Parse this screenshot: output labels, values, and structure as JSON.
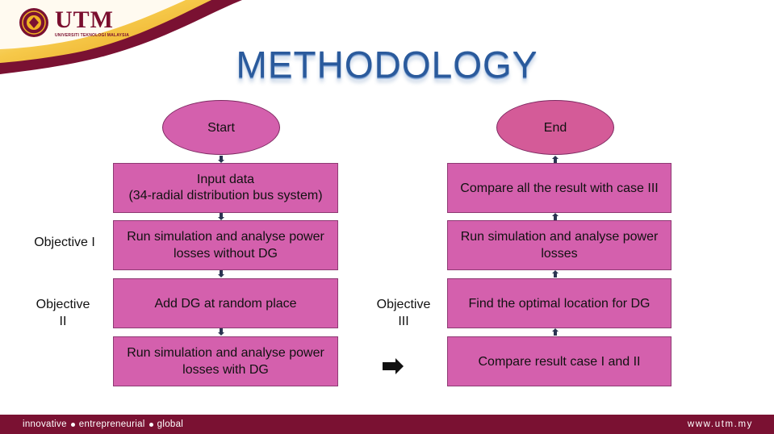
{
  "branding": {
    "name": "UTM",
    "subtitle": "UNIVERSITI TEKNOLOGI MALAYSIA",
    "accent_color": "#7a1132",
    "gold_color": "#f0b323"
  },
  "slide": {
    "title": "METHODOLOGY",
    "title_color": "#2a5a9c"
  },
  "flow_left": {
    "start": "Start",
    "steps": [
      "Input data\n(34-radial distribution bus system)",
      "Run simulation and analyse power losses without DG",
      "Add DG at random place",
      "Run simulation and analyse power losses with DG"
    ]
  },
  "flow_right": {
    "end": "End",
    "steps": [
      "Compare all the result with case III",
      "Run simulation and analyse power losses",
      "Find the optimal location for DG",
      "Compare result case I and II"
    ]
  },
  "objectives": {
    "obj1": "Objective I",
    "obj2": "Objective\nII",
    "obj3": "Objective\nIII"
  },
  "footer": {
    "tagline_words": [
      "innovative",
      "entrepreneurial",
      "global"
    ],
    "url": "www.utm.my"
  },
  "colors": {
    "box_fill": "#d460ad",
    "end_fill": "#d45b98",
    "footer_bg": "#7a1132"
  }
}
